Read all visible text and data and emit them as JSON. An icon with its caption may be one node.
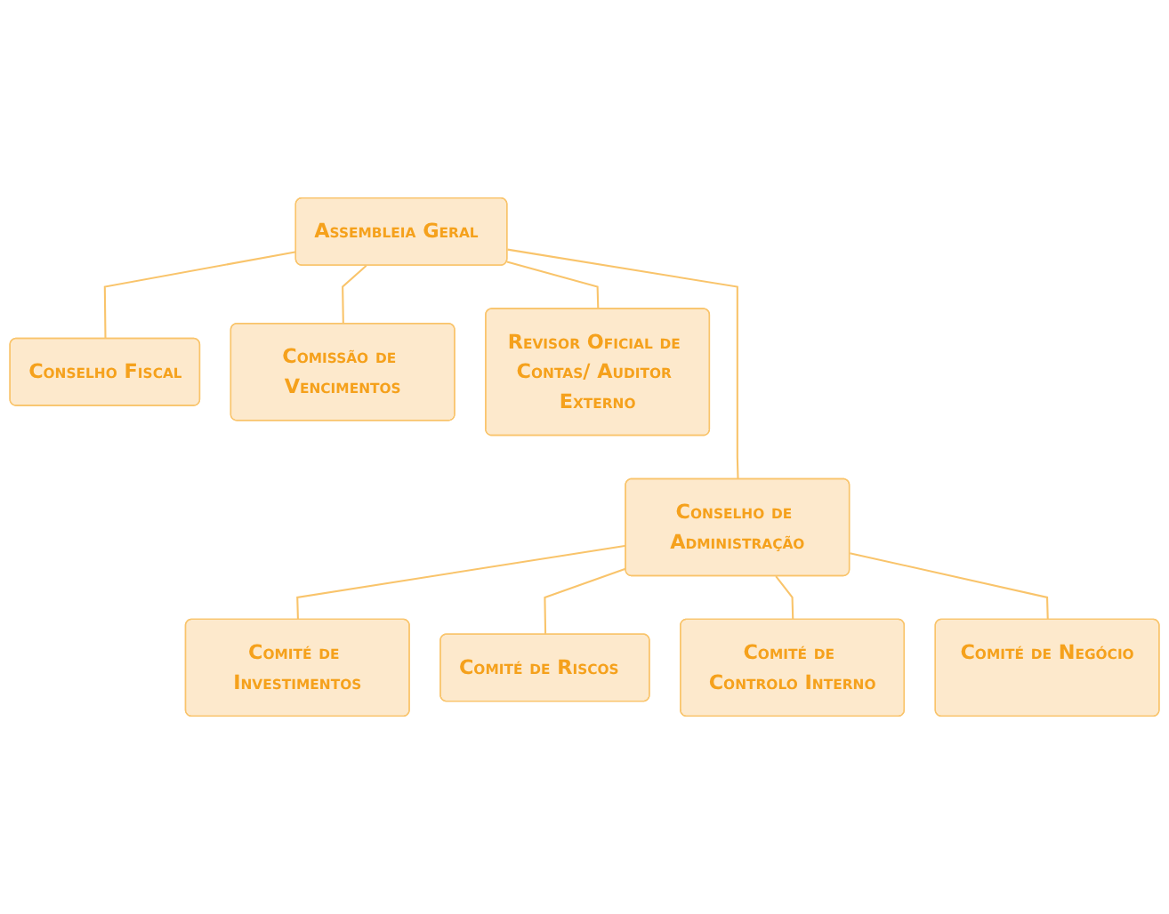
{
  "diagram": {
    "nodes": [
      {
        "text": [
          "Assembleia Geral"
        ]
      },
      {
        "text": [
          "Conselho Fiscal"
        ]
      },
      {
        "text": [
          "Comissão de Vencimentos"
        ]
      },
      {
        "text": [
          "Revisor Oficial de Contas/ Auditor Externo"
        ]
      },
      {
        "text": [
          "Conselho de Administração"
        ]
      },
      {
        "text": [
          "Comité de Investimentos"
        ]
      },
      {
        "text": [
          "Comité de Riscos"
        ]
      },
      {
        "text": [
          "Comité de Controlo Interno"
        ]
      },
      {
        "text": [
          "Comité de Negócio"
        ]
      }
    ],
    "edges": [
      {
        "from": 0,
        "to": 1,
        "arrow": "none"
      },
      {
        "from": 0,
        "to": 2,
        "arrow": "none"
      },
      {
        "from": 0,
        "to": 3,
        "arrow": "none"
      },
      {
        "from": 0,
        "to": 4,
        "arrow": "none"
      },
      {
        "from": 4,
        "to": 5,
        "arrow": "none"
      },
      {
        "from": 4,
        "to": 6,
        "arrow": "none"
      },
      {
        "from": 4,
        "to": 7,
        "arrow": "none"
      },
      {
        "from": 4,
        "to": 8,
        "arrow": "none"
      }
    ]
  }
}
